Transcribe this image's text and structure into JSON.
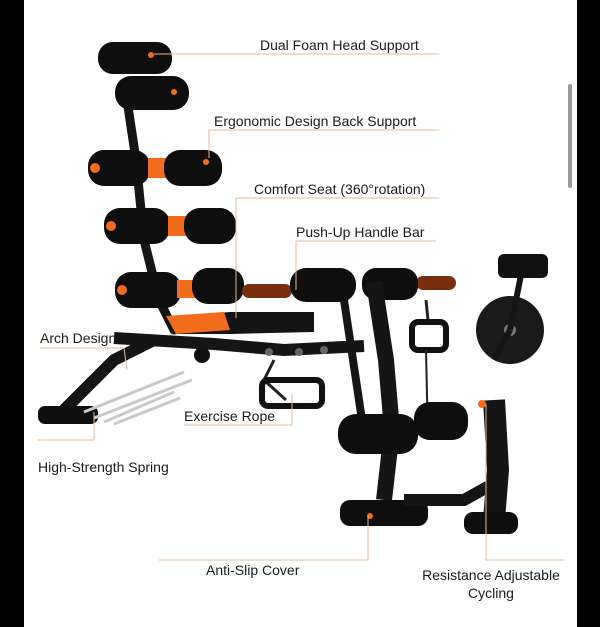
{
  "image": {
    "subject": "6-in-1 ab exercise bench with cycling pedals",
    "colors": {
      "frame": "#141414",
      "foam": "#0e0e0e",
      "accent": "#f36b1c",
      "background": "#ffffff",
      "border": "#000000",
      "leader_line": "#e8b89a"
    }
  },
  "labels": {
    "dual_foam_head_support": "Dual Foam Head Support",
    "ergonomic_back_support": "Ergonomic Design Back Support",
    "comfort_seat": "Comfort Seat (360°rotation)",
    "push_up_handle_bar": "Push-Up Handle Bar",
    "arch_design": "Arch Design",
    "exercise_rope": "Exercise Rope",
    "high_strength_spring": "High-Strength Spring",
    "anti_slip_cover": "Anti-Slip Cover",
    "resistance_cycling_line1": "Resistance Adjustable",
    "resistance_cycling_line2": "Cycling"
  }
}
